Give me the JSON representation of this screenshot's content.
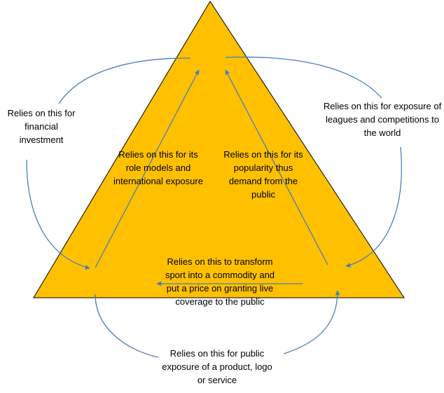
{
  "colors": {
    "triangle_fill": "#FFC000",
    "triangle_stroke": "#000000",
    "arrow": "#4A7EBB"
  },
  "labels": {
    "financial_investment": "Relies on this for financial investment",
    "exposure_leagues": "Relies on this for exposure of leagues and competitions to the world",
    "role_models": "Relies on this for its role models and international exposure",
    "popularity": "Relies on this for its popularity thus demand from the public",
    "commodity": "Relies on this to transform sport into a commodity and put a price on granting live coverage to the public",
    "public_exposure": "Relies on this for public exposure of a product, logo or service"
  }
}
